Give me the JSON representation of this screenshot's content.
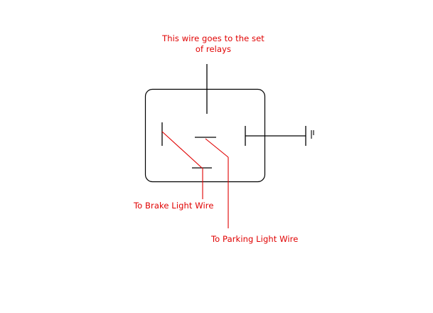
{
  "labels": {
    "relays": "This wire goes to the set of relays",
    "brake": "To Brake Light Wire",
    "parking": "To Parking Light Wire"
  },
  "colors": {
    "ink": "#000000",
    "annotation": "#e00000",
    "background": "#ffffff"
  }
}
